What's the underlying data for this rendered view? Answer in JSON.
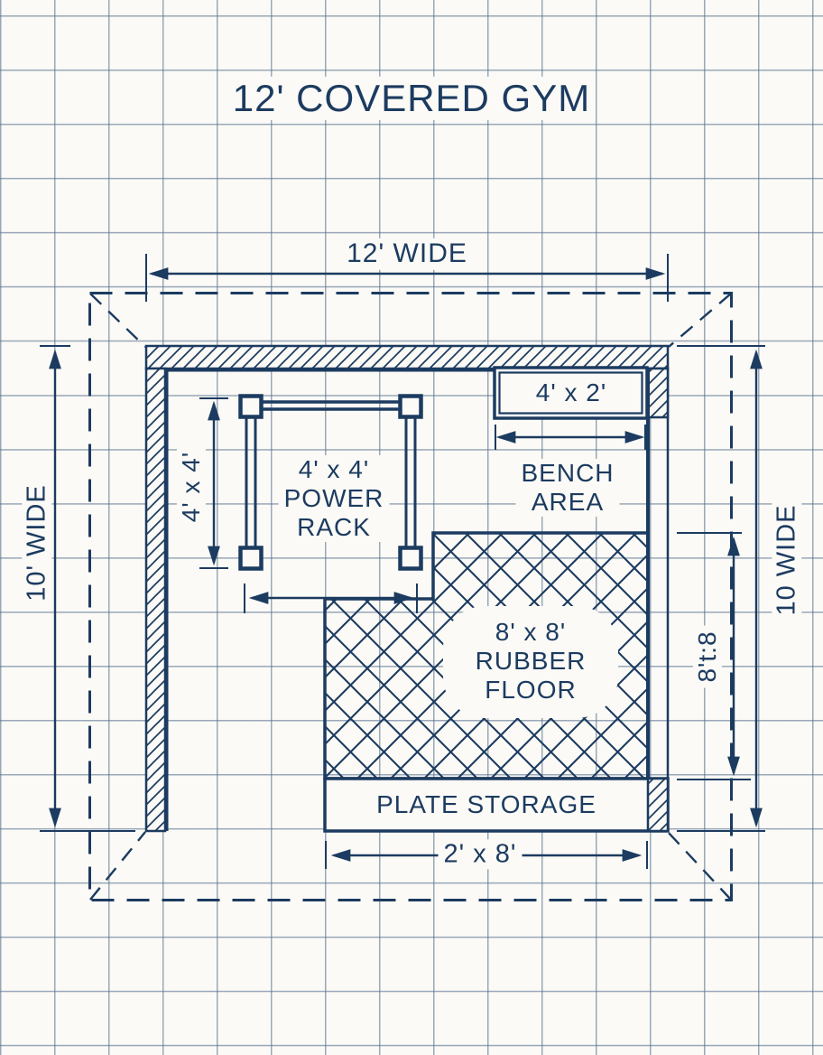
{
  "title": "12' COVERED GYM",
  "colors": {
    "ink": "#1c3b60",
    "grid_line": "#58718f",
    "paper": "#fbfaf6"
  },
  "dimensions": {
    "top_width": "12' WIDE",
    "left_height": "10' WIDE",
    "right_height": "10 WIDE",
    "rubber_floor_height": "8't:8",
    "power_rack_side": "4' x 4'",
    "plate_storage_bottom": "2' x 8'"
  },
  "areas": {
    "power_rack": {
      "lines": [
        "4' x 4'",
        "POWER",
        "RACK"
      ]
    },
    "bench": {
      "size_label": "4' x 2'",
      "name_lines": [
        "BENCH",
        "AREA"
      ]
    },
    "rubber_floor": {
      "lines": [
        "8' x 8'",
        "RUBBER",
        "FLOOR"
      ]
    },
    "plate_storage": {
      "label": "PLATE STORAGE"
    }
  }
}
